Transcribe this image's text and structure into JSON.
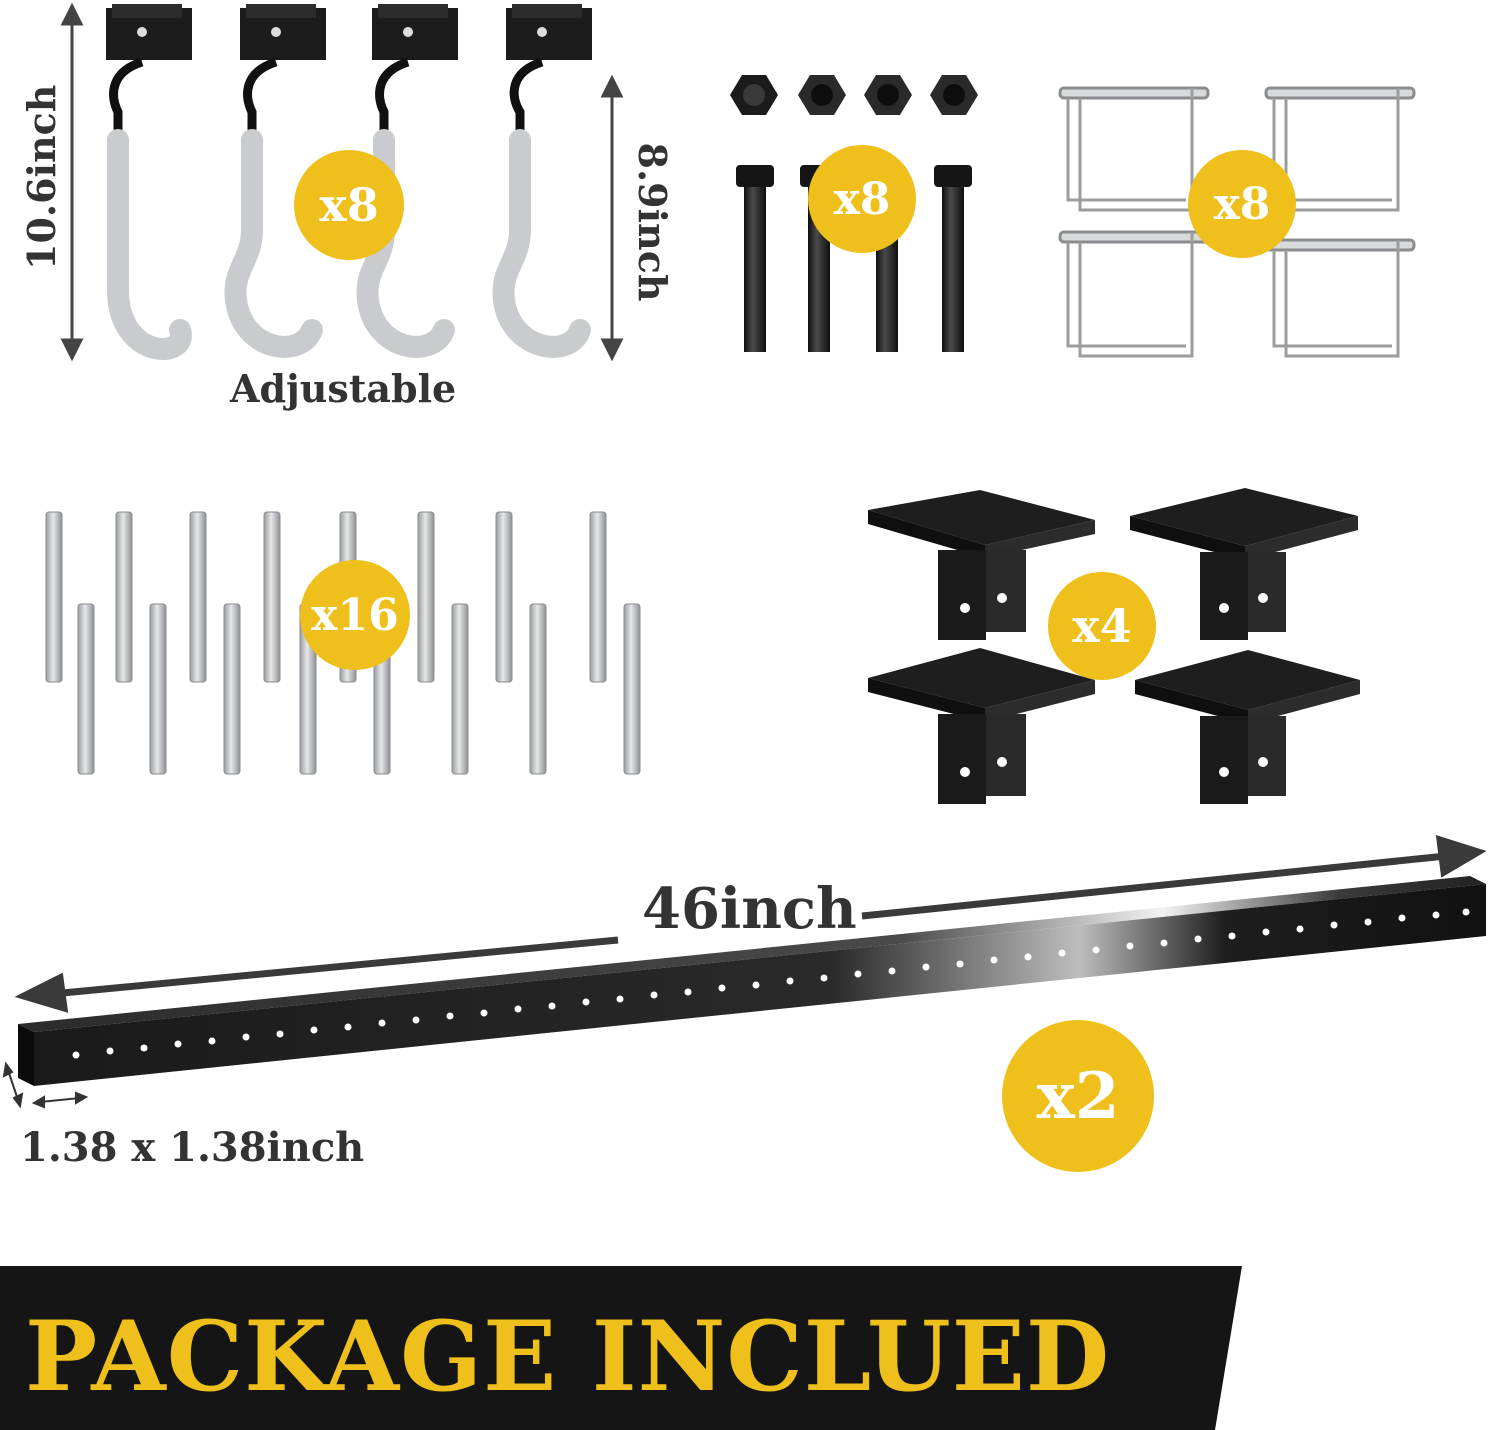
{
  "colors": {
    "accent": "#efbf1c",
    "banner": "#151515",
    "text": "#333333",
    "metal_black": "#1d1d1d",
    "metal_silver": "#c4c6c9",
    "hook_grey": "#c9cbce"
  },
  "hooks": {
    "quantity": "x8",
    "height_full": "10.6inch",
    "height_hook": "8.9inch",
    "note": "Adjustable"
  },
  "bolts": {
    "quantity": "x8"
  },
  "pins": {
    "quantity": "x8"
  },
  "anchors": {
    "quantity": "x16"
  },
  "brackets": {
    "quantity": "x4"
  },
  "rail": {
    "length": "46inch",
    "profile": "1.38 x 1.38inch",
    "quantity": "x2"
  },
  "banner": {
    "title": "PACKAGE INCLUED"
  }
}
